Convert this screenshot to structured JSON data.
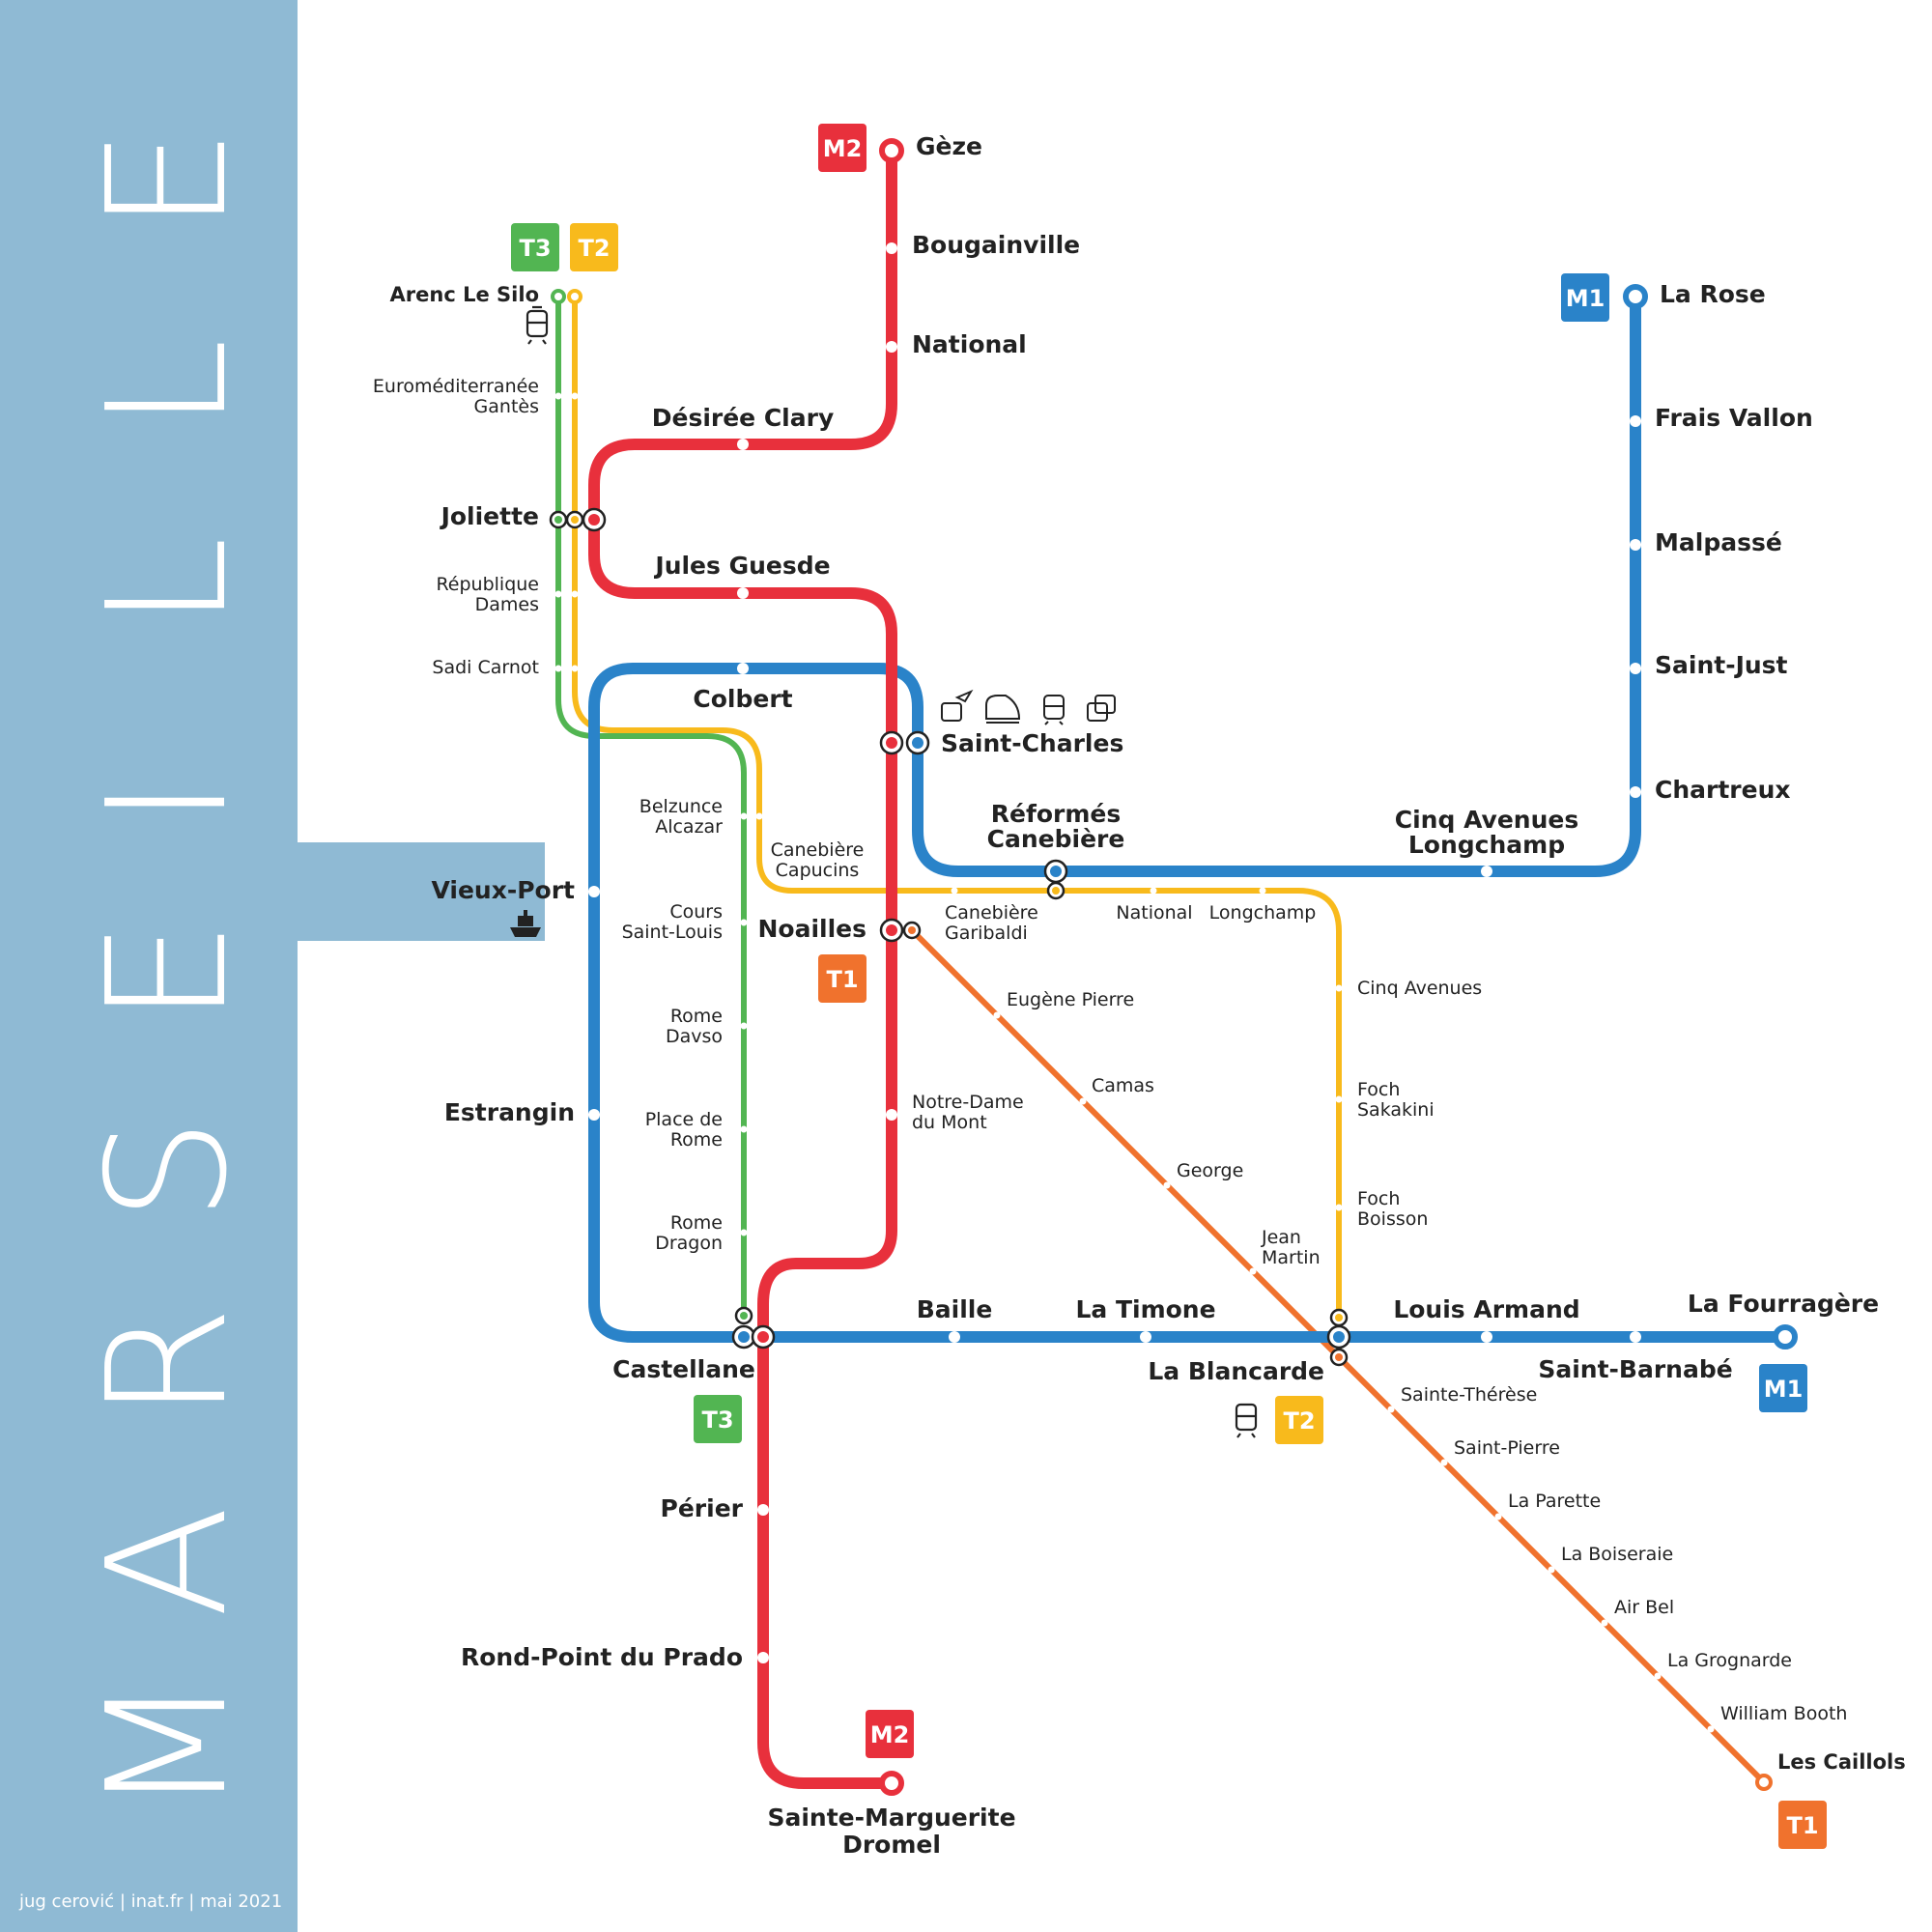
{
  "title": "MARSEILLE",
  "credit": "jug cerović | inat.fr | mai 2021",
  "colors": {
    "sidebar": "#8FBAD4",
    "m1": "#2A83C9",
    "m2": "#E8303C",
    "t1": "#F0722D",
    "t2": "#F8BA1C",
    "t3": "#52B552"
  },
  "lines": {
    "m1": {
      "name": "M1"
    },
    "m2": {
      "name": "M2"
    },
    "t1": {
      "name": "T1"
    },
    "t2": {
      "name": "T2"
    },
    "t3": {
      "name": "T3"
    }
  },
  "stations": {
    "geze": "Gèze",
    "bougainville": "Bougainville",
    "national_m2": "National",
    "desiree_clary": "Désirée Clary",
    "joliette": "Joliette",
    "jules_guesde": "Jules Guesde",
    "saint_charles": "Saint-Charles",
    "noailles": "Noailles",
    "notre_dame": [
      "Notre-Dame",
      "du Mont"
    ],
    "castellane": "Castellane",
    "perier": "Périer",
    "rond_point": "Rond-Point du Prado",
    "sainte_marguerite": [
      "Sainte-Marguerite",
      "Dromel"
    ],
    "la_rose": "La Rose",
    "frais_vallon": "Frais Vallon",
    "malpasse": "Malpassé",
    "saint_just": "Saint-Just",
    "chartreux": "Chartreux",
    "cinq_avenues_longchamp": [
      "Cinq Avenues",
      "Longchamp"
    ],
    "reformes": [
      "Réformés",
      "Canebière"
    ],
    "colbert": "Colbert",
    "vieux_port": "Vieux-Port",
    "estrangin": "Estrangin",
    "baille": "Baille",
    "la_timone": "La Timone",
    "la_blancarde": "La Blancarde",
    "louis_armand": "Louis Armand",
    "saint_barnabe": "Saint-Barnabé",
    "la_fourragere": "La Fourragère",
    "arenc": "Arenc Le Silo",
    "euromed": [
      "Euroméditerranée",
      "Gantès"
    ],
    "republique": [
      "République",
      "Dames"
    ],
    "sadi_carnot": "Sadi Carnot",
    "belzunce": [
      "Belzunce",
      "Alcazar"
    ],
    "cours_saint_louis": [
      "Cours",
      "Saint-Louis"
    ],
    "rome_davso": [
      "Rome",
      "Davso"
    ],
    "place_de_rome": [
      "Place de",
      "Rome"
    ],
    "rome_dragon": [
      "Rome",
      "Dragon"
    ],
    "canebiere_capucins": [
      "Canebière",
      "Capucins"
    ],
    "canebiere_garibaldi": [
      "Canebière",
      "Garibaldi"
    ],
    "national_t2": "National",
    "longchamp": "Longchamp",
    "cinq_avenues_t2": "Cinq Avenues",
    "foch_sakakini": [
      "Foch",
      "Sakakini"
    ],
    "foch_boisson": [
      "Foch",
      "Boisson"
    ],
    "eugene_pierre": "Eugène Pierre",
    "camas": "Camas",
    "george": "George",
    "jean_martin": [
      "Jean",
      "Martin"
    ],
    "sainte_therese": "Sainte-Thérèse",
    "saint_pierre": "Saint-Pierre",
    "la_parette": "La Parette",
    "la_boiseraie": "La Boiseraie",
    "air_bel": "Air Bel",
    "la_grognarde": "La Grognarde",
    "william_booth": "William Booth",
    "les_caillols": "Les Caillols"
  }
}
